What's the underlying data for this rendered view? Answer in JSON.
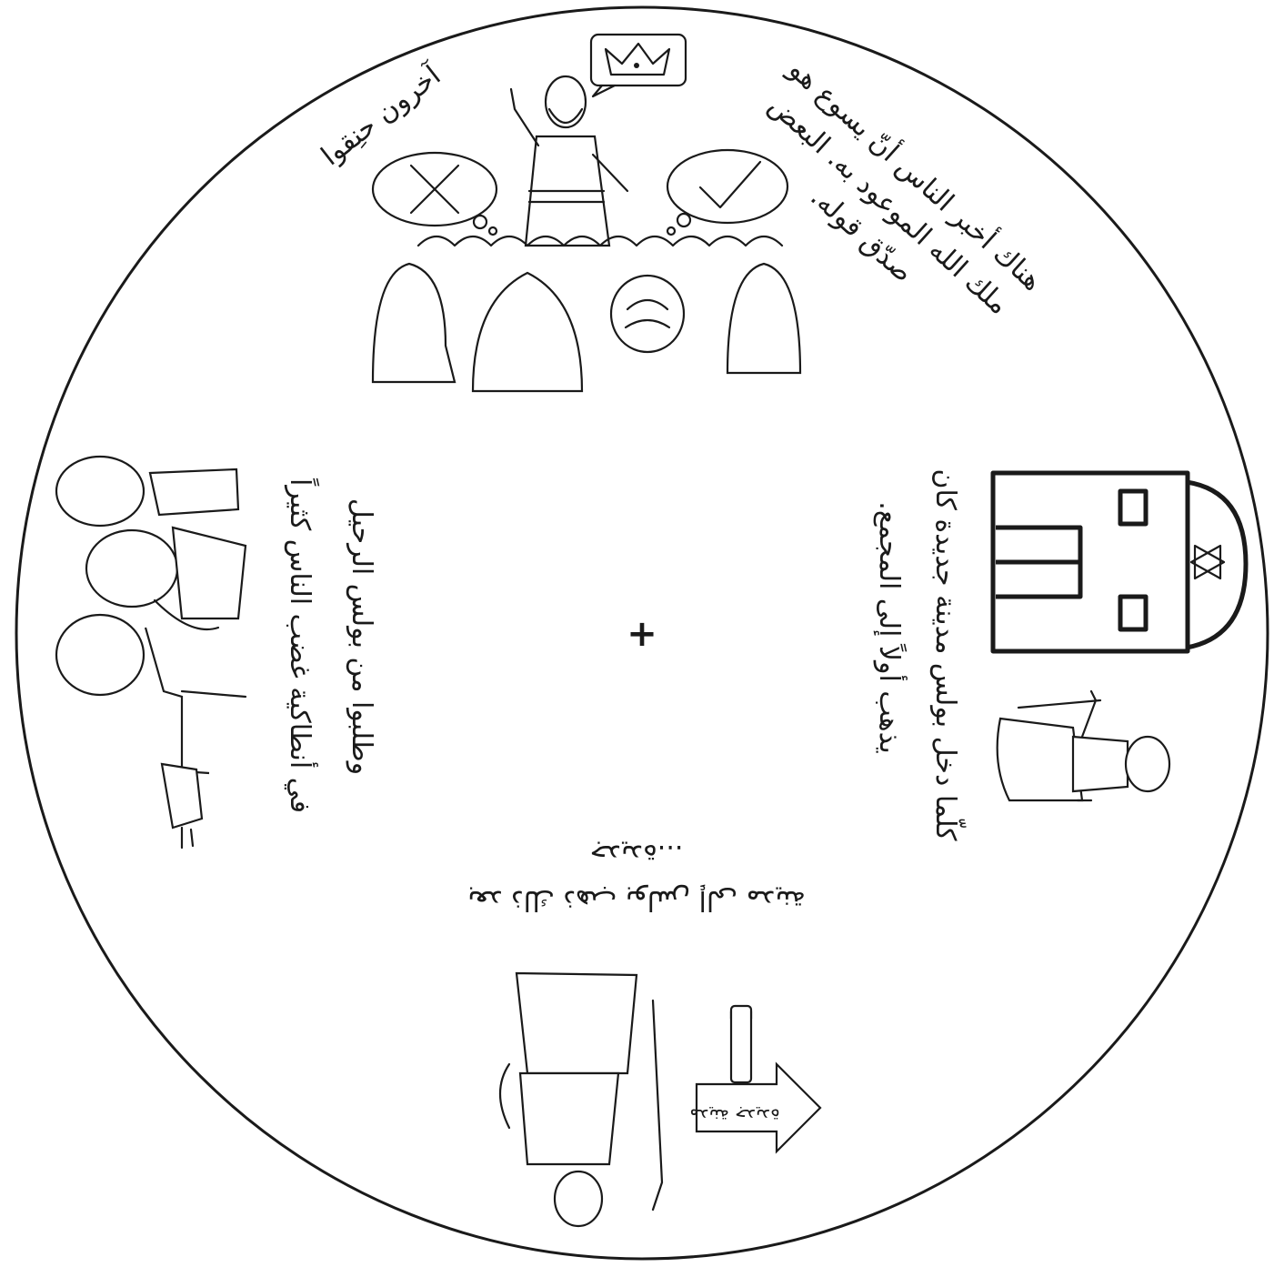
{
  "wheel": {
    "center_mark": "+",
    "segments": [
      {
        "id": "top",
        "lines": [
          "هناك أخبر الناس أنّ يسوع هو",
          "ملك الله الموعود به. البعض",
          "صدّق قوله."
        ],
        "secondary_text": "آخرون حنِقوا",
        "bubble_left_icon": "x-mark-icon",
        "bubble_right_icon": "check-mark-icon",
        "speech_icon": "crown-icon"
      },
      {
        "id": "right",
        "lines": [
          "كلّما دخل بولس مدينة جديدة كان",
          "يذهب أولاً إلى المجمع."
        ],
        "building_icon": "synagogue-icon",
        "symbol_icon": "star-of-david-icon"
      },
      {
        "id": "bottom",
        "lines": [
          "بعد ذلك ذهب بولس إلى مدينة",
          "جديدة..."
        ],
        "sign_text": "مدينة جديدة",
        "sign_icon": "arrow-sign-icon"
      },
      {
        "id": "left",
        "lines": [
          "في أنطاكية غضب الناس كثيراً",
          "وطلبوا من بولس الرحيل"
        ],
        "figures_icon": "angry-crowd-icon"
      }
    ]
  }
}
